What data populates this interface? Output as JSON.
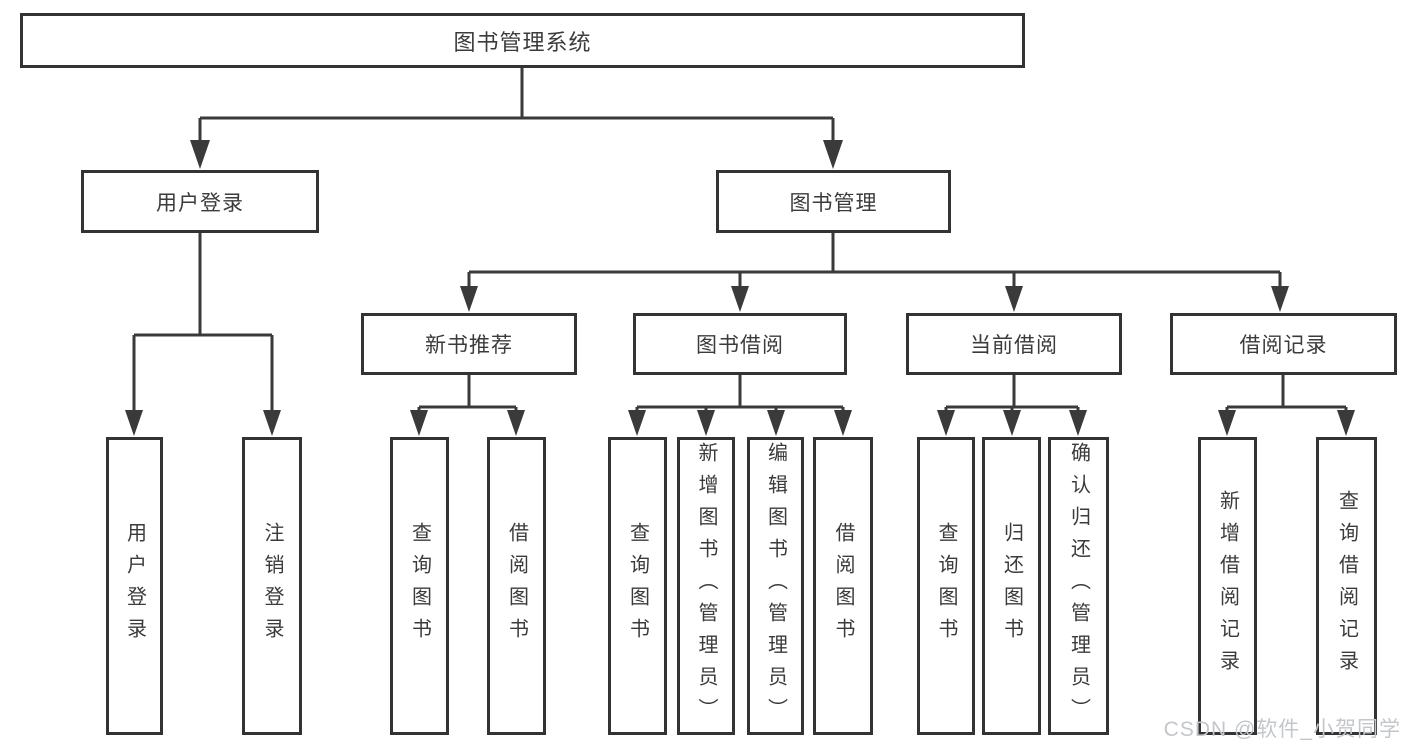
{
  "diagram": {
    "watermark": "CSDN @软件_小贺同学",
    "colors": {
      "line": "#3a3a3a",
      "border": "#333333",
      "fill": "#ffffff",
      "text": "#3b3b3b",
      "watermark": "#c3c6cb"
    },
    "tree": {
      "label": "图书管理系统",
      "children": [
        {
          "label": "用户登录",
          "children": [
            {
              "label": "用户登录"
            },
            {
              "label": "注销登录"
            }
          ]
        },
        {
          "label": "图书管理",
          "children": [
            {
              "label": "新书推荐",
              "children": [
                {
                  "label": "查询图书"
                },
                {
                  "label": "借阅图书"
                }
              ]
            },
            {
              "label": "图书借阅",
              "children": [
                {
                  "label": "查询图书"
                },
                {
                  "label": "新增图书（管理员）"
                },
                {
                  "label": "编辑图书（管理员）"
                },
                {
                  "label": "借阅图书"
                }
              ]
            },
            {
              "label": "当前借阅",
              "children": [
                {
                  "label": "查询图书"
                },
                {
                  "label": "归还图书"
                },
                {
                  "label": "确认归还（管理员）"
                }
              ]
            },
            {
              "label": "借阅记录",
              "children": [
                {
                  "label": "新增借阅记录"
                },
                {
                  "label": "查询借阅记录"
                }
              ]
            }
          ]
        }
      ]
    }
  }
}
